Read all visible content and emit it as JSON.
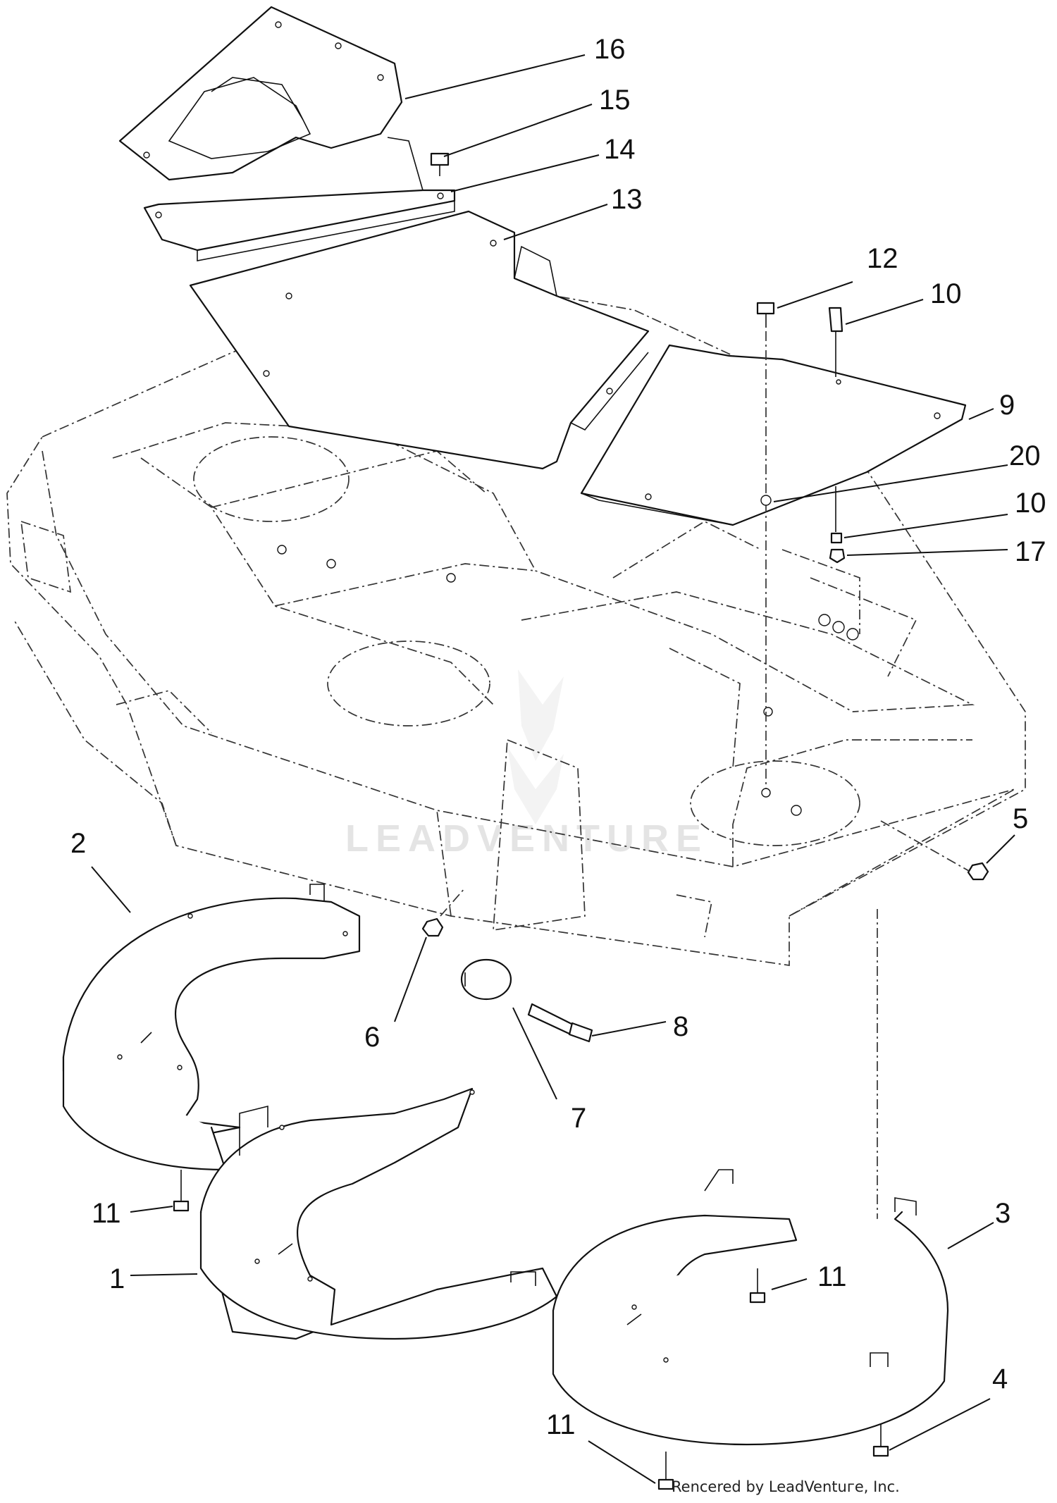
{
  "watermark": "LEADVENTURE",
  "credit": "Rencered by LeadVentuгe, Inc.",
  "callouts": [
    {
      "id": "c16",
      "label": "16"
    },
    {
      "id": "c15",
      "label": "15"
    },
    {
      "id": "c14",
      "label": "14"
    },
    {
      "id": "c13",
      "label": "13"
    },
    {
      "id": "c12",
      "label": "12"
    },
    {
      "id": "c10a",
      "label": "10"
    },
    {
      "id": "c9",
      "label": "9"
    },
    {
      "id": "c20",
      "label": "20"
    },
    {
      "id": "c10b",
      "label": "10"
    },
    {
      "id": "c17",
      "label": "17"
    },
    {
      "id": "c5",
      "label": "5"
    },
    {
      "id": "c2",
      "label": "2"
    },
    {
      "id": "c6",
      "label": "6"
    },
    {
      "id": "c8",
      "label": "8"
    },
    {
      "id": "c7",
      "label": "7"
    },
    {
      "id": "c11a",
      "label": "11"
    },
    {
      "id": "c1",
      "label": "1"
    },
    {
      "id": "c11b",
      "label": "11"
    },
    {
      "id": "c3",
      "label": "3"
    },
    {
      "id": "c4",
      "label": "4"
    },
    {
      "id": "c11c",
      "label": "11"
    }
  ]
}
